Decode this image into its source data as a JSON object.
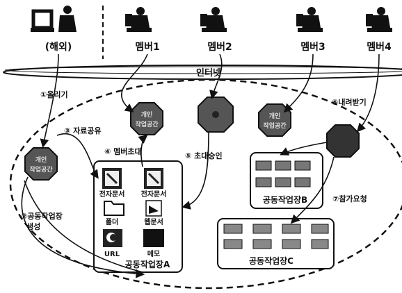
{
  "users": [
    {
      "label": "(해외)"
    },
    {
      "label": "멤버1"
    },
    {
      "label": "멤버2"
    },
    {
      "label": "멤버3"
    },
    {
      "label": "멤버4"
    }
  ],
  "network": {
    "label": "인터넷"
  },
  "steps": {
    "s1": "①올리기",
    "s2_line1": "②공동작업장",
    "s2_line2": "생성",
    "s3": "③ 자료공유",
    "s4": "④ 멤버초대",
    "s5": "⑤ 초대승인",
    "s6": "⑥내려받기",
    "s7": "⑦참가요청"
  },
  "personal_space": {
    "line1": "개인",
    "line2": "작업공간"
  },
  "workspace_a": {
    "title": "공동작업장A",
    "items": [
      "전자문서",
      "전자문서",
      "폴더",
      "웹문서",
      "URL",
      "메모"
    ]
  },
  "workspace_b": {
    "title": "공동작업장B"
  },
  "workspace_c": {
    "title": "공동작업장C"
  }
}
